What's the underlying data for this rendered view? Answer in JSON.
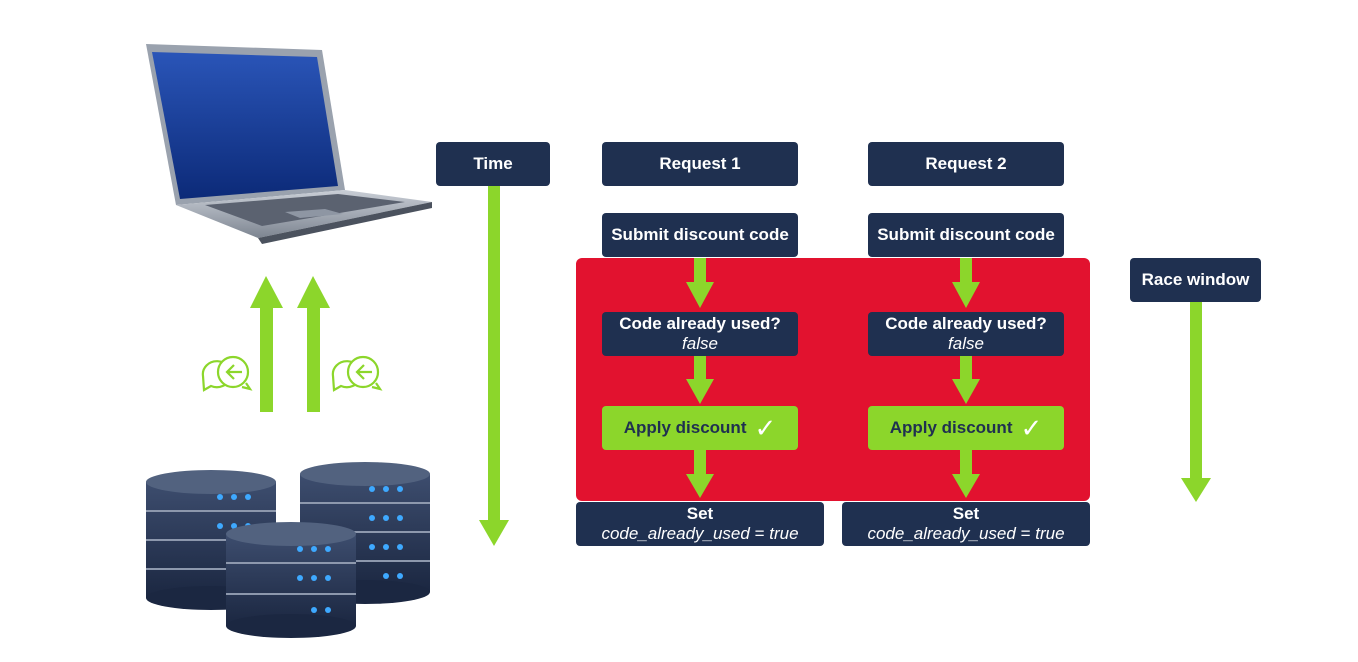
{
  "time_label": "Time",
  "race_window_label": "Race window",
  "requests": [
    {
      "title": "Request 1",
      "submit": "Submit discount code",
      "check_q": "Code already used?",
      "check_a": "false",
      "apply": "Apply discount",
      "set_title": "Set",
      "set_var": "code_already_used",
      "set_eq": " = ",
      "set_val": "true"
    },
    {
      "title": "Request 2",
      "submit": "Submit discount code",
      "check_q": "Code already used?",
      "check_a": "false",
      "apply": "Apply discount",
      "set_title": "Set",
      "set_var": "code_already_used",
      "set_eq": " = ",
      "set_val": "true"
    }
  ],
  "colors": {
    "navy": "#1f3050",
    "green": "#8cd62b",
    "race_red": "#e2122f"
  },
  "icons": [
    "laptop-icon",
    "server-stack-icon",
    "chat-reply-icon",
    "checkmark-icon"
  ]
}
